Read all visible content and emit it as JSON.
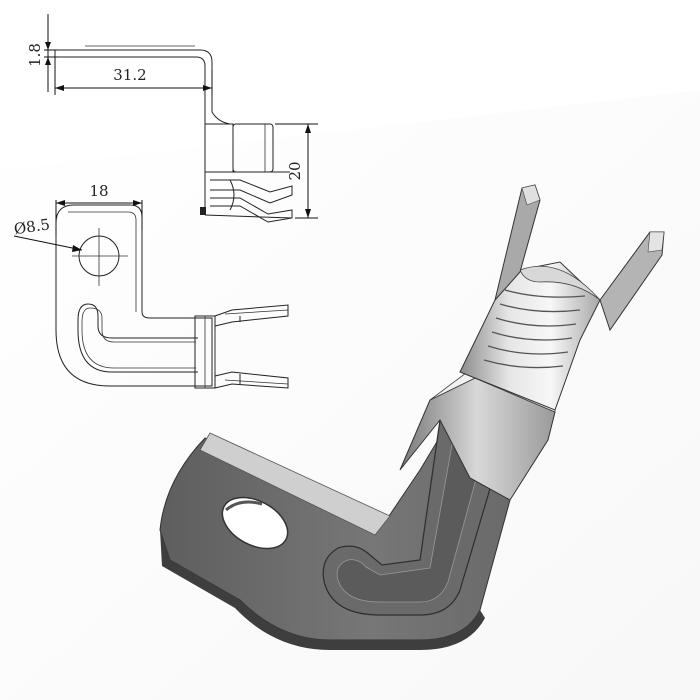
{
  "drawing": {
    "dimensions": {
      "thickness": "1.8",
      "length": "31.2",
      "height": "20",
      "width": "18",
      "hole_diameter": "Ø8.5"
    }
  },
  "colors": {
    "background": "#ffffff",
    "line": "#222222",
    "render_dark": "#6e6e6e",
    "render_mid": "#9a9a9a",
    "render_light": "#dcdcdc"
  }
}
